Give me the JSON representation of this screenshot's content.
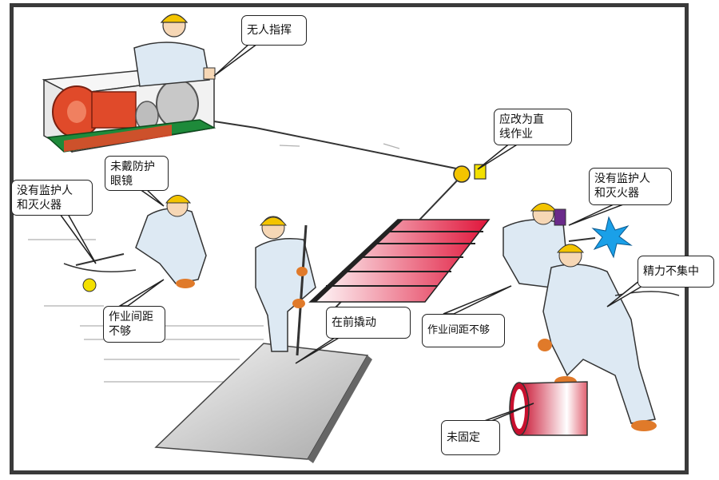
{
  "callouts": {
    "no_commander": "无人指挥",
    "straight_line": "应改为直\n线作业",
    "no_goggles": "未戴防护\n眼镜",
    "no_guard_left": "没有监护人\n和灭火器",
    "no_guard_right": "没有监护人\n和灭火器",
    "lack_focus": "精力不集中",
    "spacing_left": "作业间距\n不够",
    "spacing_right": "作业间距不够",
    "pry_front": "在前撬动",
    "not_fixed": "未固定"
  },
  "colors": {
    "helmet": "#f3c400",
    "suit": "#dde9f3",
    "winch_red": "#e04a2a",
    "winch_green": "#1e8a3a",
    "ladder_red": "#e0153a",
    "spark_blue": "#1aa0e8",
    "border": "#3a3a3a"
  }
}
